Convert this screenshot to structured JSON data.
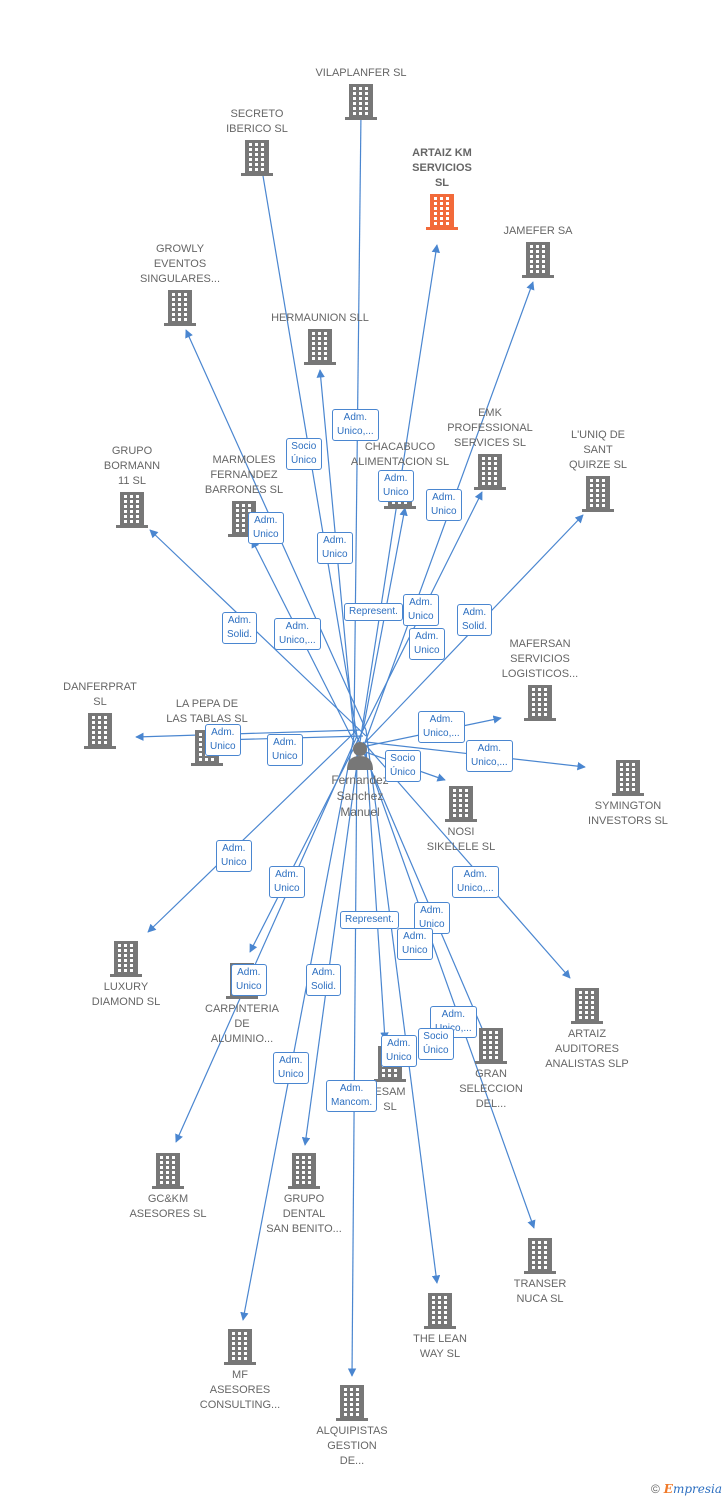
{
  "colors": {
    "edge": "#4a86d0",
    "building": "#777777",
    "highlight": "#f26a3a"
  },
  "person": {
    "name": "Fernandez\nSanchez\nManuel"
  },
  "companies": [
    {
      "id": "vilaplanfer",
      "label": "VILAPLANFER SL"
    },
    {
      "id": "secreto",
      "label": "SECRETO\nIBERICO  SL"
    },
    {
      "id": "artaiz-km",
      "label": "ARTAIZ KM\nSERVICIOS\nSL",
      "highlight": true
    },
    {
      "id": "jamefer",
      "label": "JAMEFER SA"
    },
    {
      "id": "growly",
      "label": "GROWLY\nEVENTOS\nSINGULARES..."
    },
    {
      "id": "hermaunion",
      "label": "HERMAUNION SLL"
    },
    {
      "id": "emk",
      "label": "EMK\nPROFESSIONAL\nSERVICES  SL"
    },
    {
      "id": "luniq",
      "label": "L'UNIQ DE\nSANT\nQUIRZE  SL"
    },
    {
      "id": "chacabuco",
      "label": "CHACABUCO\nALIMENTACION SL"
    },
    {
      "id": "bormann",
      "label": "GRUPO\nBORMANN\n11 SL"
    },
    {
      "id": "marmoles",
      "label": "MARMOLES\nFERNANDEZ\nBARRONES  SL"
    },
    {
      "id": "mafersan",
      "label": "MAFERSAN\nSERVICIOS\nLOGISTICOS..."
    },
    {
      "id": "danferprat",
      "label": "DANFERPRAT\nSL"
    },
    {
      "id": "lapepa",
      "label": "LA PEPA DE\nLAS TABLAS SL"
    },
    {
      "id": "symington",
      "label": "SYMINGTON\nINVESTORS  SL"
    },
    {
      "id": "nosi",
      "label": "NOSI\nSIKELELE  SL"
    },
    {
      "id": "luxury",
      "label": "LUXURY\nDIAMOND SL"
    },
    {
      "id": "carpinteria",
      "label": "CARPINTERIA\nDE\nALUMINIO..."
    },
    {
      "id": "artaiz-aud",
      "label": "ARTAIZ\nAUDITORES\nANALISTAS SLP"
    },
    {
      "id": "esam",
      "label": "ESAM\nSL"
    },
    {
      "id": "gran",
      "label": "GRAN\nSELECCION\nDEL..."
    },
    {
      "id": "gckm",
      "label": "GC&KM\nASESORES  SL"
    },
    {
      "id": "dental",
      "label": "GRUPO\nDENTAL\nSAN BENITO..."
    },
    {
      "id": "transer",
      "label": "TRANSER\nNUCA  SL"
    },
    {
      "id": "leanway",
      "label": "THE LEAN\nWAY  SL"
    },
    {
      "id": "mf",
      "label": "MF\nASESORES\nCONSULTING..."
    },
    {
      "id": "alquipistas",
      "label": "ALQUIPISTAS\nGESTION\nDE..."
    }
  ],
  "roles": [
    {
      "id": "r1",
      "label": "Adm.\nUnico,..."
    },
    {
      "id": "r2",
      "label": "Socio\nÚnico"
    },
    {
      "id": "r3",
      "label": "Adm.\nUnico"
    },
    {
      "id": "r4",
      "label": "Adm.\nUnico"
    },
    {
      "id": "r5",
      "label": "Adm.\nUnico"
    },
    {
      "id": "r6",
      "label": "Adm.\nUnico"
    },
    {
      "id": "r7",
      "label": "Adm.\nSolid."
    },
    {
      "id": "r8",
      "label": "Adm.\nUnico,..."
    },
    {
      "id": "r9",
      "label": "Represent."
    },
    {
      "id": "r10",
      "label": "Adm.\nUnico"
    },
    {
      "id": "r11",
      "label": "Adm.\nSolid."
    },
    {
      "id": "r12",
      "label": "Adm.\nUnico"
    },
    {
      "id": "r13",
      "label": "Adm.\nUnico,..."
    },
    {
      "id": "r14",
      "label": "Adm.\nUnico"
    },
    {
      "id": "r15",
      "label": "Adm.\nUnico,..."
    },
    {
      "id": "r16",
      "label": "Adm.\nUnico"
    },
    {
      "id": "r17",
      "label": "Socio\nÚnico"
    },
    {
      "id": "r18",
      "label": "Adm.\nUnico"
    },
    {
      "id": "r19",
      "label": "Adm.\nUnico"
    },
    {
      "id": "r20",
      "label": "Adm.\nUnico,..."
    },
    {
      "id": "r21",
      "label": "Represent."
    },
    {
      "id": "r22",
      "label": "Adm.\nUnico"
    },
    {
      "id": "r23",
      "label": "Adm.\nUnico"
    },
    {
      "id": "r24",
      "label": "Adm.\nUnico"
    },
    {
      "id": "r25",
      "label": "Adm.\nSolid."
    },
    {
      "id": "r26",
      "label": "Adm.\nUnico"
    },
    {
      "id": "r27",
      "label": "Adm.\nMancom."
    },
    {
      "id": "r28",
      "label": "Adm.\nUnico,..."
    },
    {
      "id": "r29",
      "label": "Socio\nÚnico"
    },
    {
      "id": "r30",
      "label": "Adm.\nUnico"
    }
  ],
  "footer": {
    "copyright": "©",
    "brand_first": "E",
    "brand_rest": "mpresia"
  }
}
